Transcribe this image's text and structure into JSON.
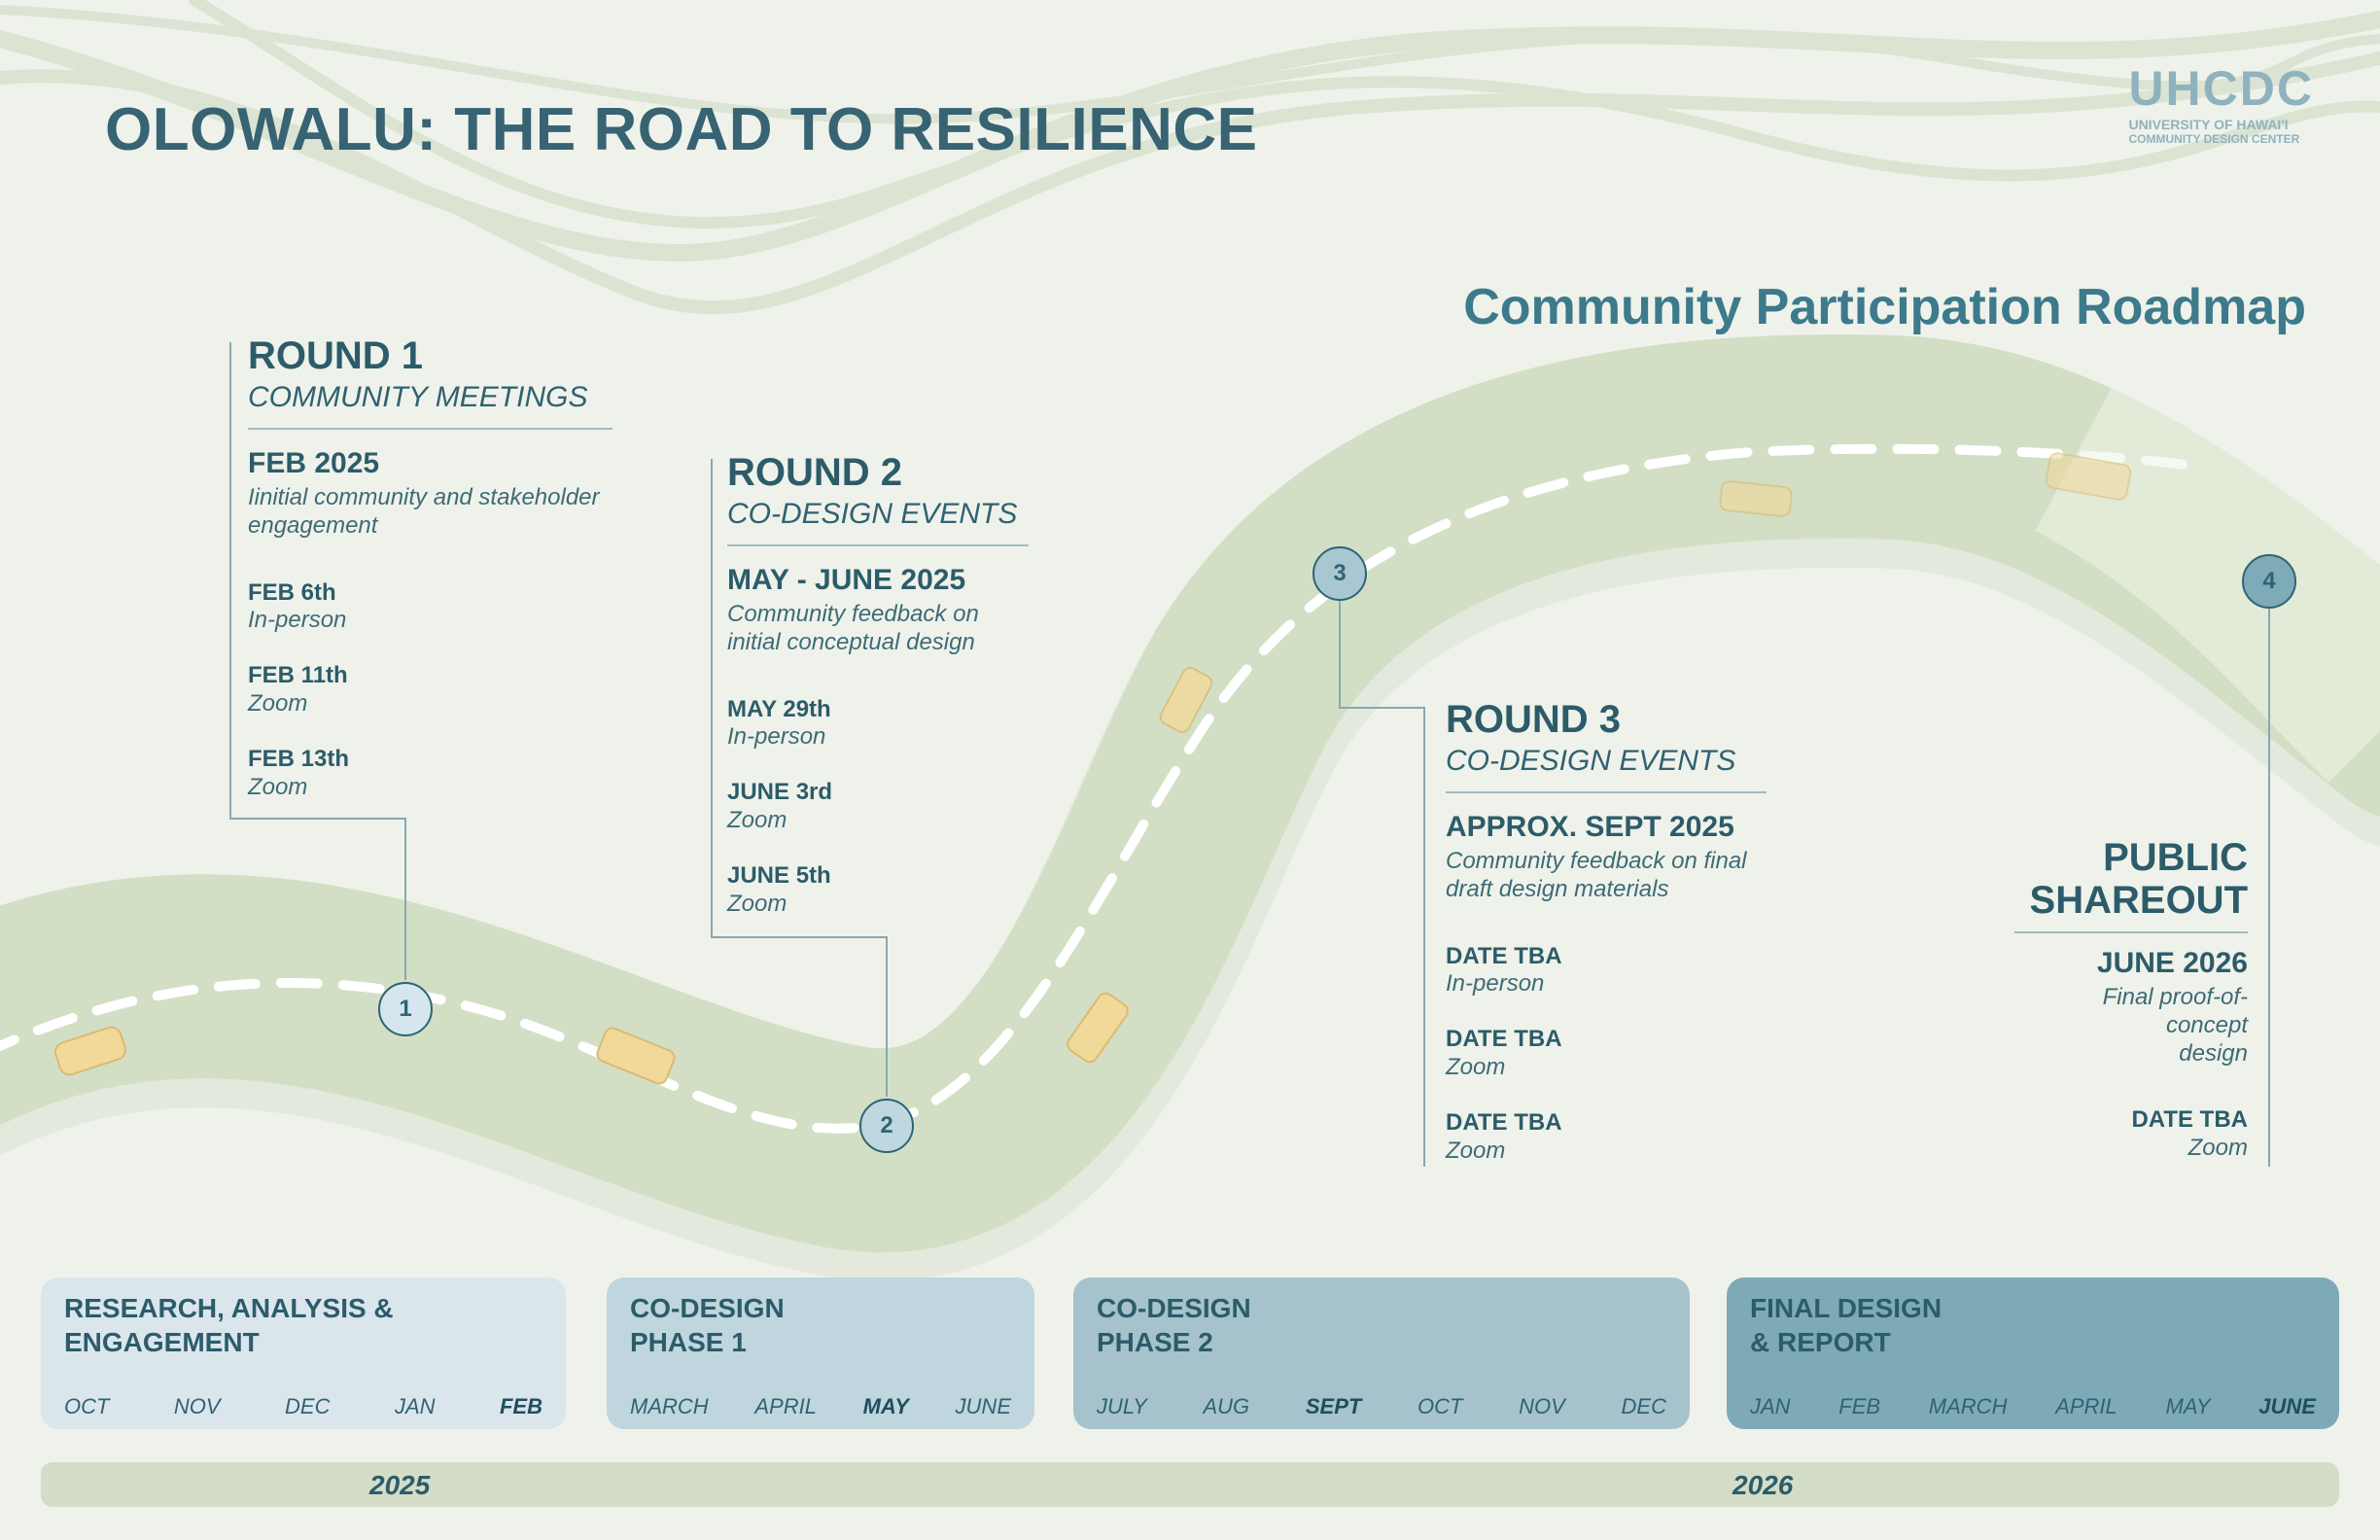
{
  "header": {
    "title": "OLOWALU: THE ROAD TO RESILIENCE",
    "subtitle": "Community Participation Roadmap"
  },
  "logo": {
    "mark": "UHCDC",
    "line1": "UNIVERSITY OF HAWAI'I",
    "line2": "COMMUNITY DESIGN CENTER"
  },
  "rounds": [
    {
      "heading": "ROUND 1",
      "subheading": "COMMUNITY MEETINGS",
      "period": "FEB 2025",
      "description": "Iinitial community and stakeholder engagement",
      "marker": "1",
      "events": [
        {
          "date": "FEB 6th",
          "mode": "In-person"
        },
        {
          "date": "FEB 11th",
          "mode": "Zoom"
        },
        {
          "date": "FEB 13th",
          "mode": "Zoom"
        }
      ]
    },
    {
      "heading": "ROUND 2",
      "subheading": "CO-DESIGN EVENTS",
      "period": "MAY - JUNE 2025",
      "description": "Community feedback on initial conceptual design",
      "marker": "2",
      "events": [
        {
          "date": "MAY 29th",
          "mode": "In-person"
        },
        {
          "date": "JUNE 3rd",
          "mode": "Zoom"
        },
        {
          "date": "JUNE 5th",
          "mode": "Zoom"
        }
      ]
    },
    {
      "heading": "ROUND 3",
      "subheading": "CO-DESIGN EVENTS",
      "period": "APPROX. SEPT 2025",
      "description": "Community feedback on final draft design materials",
      "marker": "3",
      "events": [
        {
          "date": "DATE TBA",
          "mode": "In-person"
        },
        {
          "date": "DATE TBA",
          "mode": "Zoom"
        },
        {
          "date": "DATE TBA",
          "mode": "Zoom"
        }
      ]
    },
    {
      "heading_line1": "PUBLIC",
      "heading_line2": "SHAREOUT",
      "period": "JUNE 2026",
      "description": "Final proof-of-concept design",
      "marker": "4",
      "events": [
        {
          "date": "DATE TBA",
          "mode": "Zoom"
        }
      ]
    }
  ],
  "phases": [
    {
      "title": "RESEARCH, ANALYSIS &\nENGAGEMENT",
      "months": [
        "OCT",
        "NOV",
        "DEC",
        "JAN",
        "FEB"
      ],
      "highlight": "FEB",
      "color": "#dae6ec"
    },
    {
      "title": "CO-DESIGN\nPHASE 1",
      "months": [
        "MARCH",
        "APRIL",
        "MAY",
        "JUNE"
      ],
      "highlight": "MAY",
      "color": "#bfd6de"
    },
    {
      "title": "CO-DESIGN\nPHASE 2",
      "months": [
        "JULY",
        "AUG",
        "SEPT",
        "OCT",
        "NOV",
        "DEC"
      ],
      "highlight": "SEPT",
      "color": "#a6c3cd"
    },
    {
      "title": "FINAL DESIGN\n& REPORT",
      "months": [
        "JAN",
        "FEB",
        "MARCH",
        "APRIL",
        "MAY",
        "JUNE"
      ],
      "highlight": "JUNE",
      "color": "#7eaab7"
    }
  ],
  "years": [
    "2025",
    "2026"
  ],
  "colors": {
    "background": "#eff2ea",
    "road": "#d3dfc4",
    "title": "#376373",
    "subtitle": "#3c7a8c",
    "marker_fill": "#d5e6ee",
    "marker_fill_dark": "#7faab8"
  }
}
